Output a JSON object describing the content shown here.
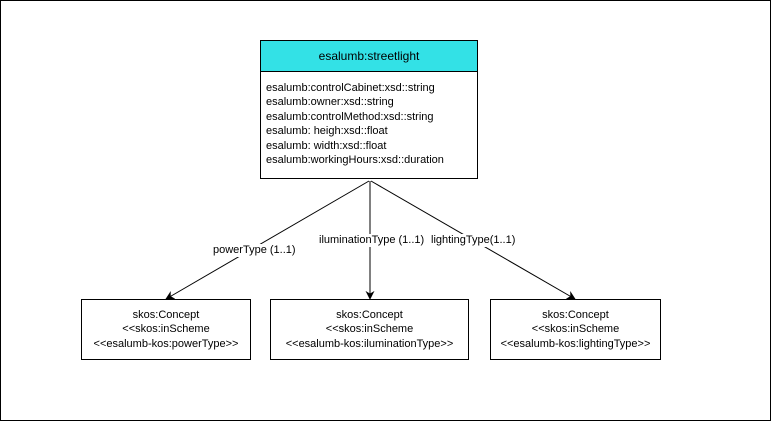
{
  "class": {
    "title": "esalumb:streetlight",
    "header_color": "#33e1e6",
    "attributes": [
      "esalumb:controlCabinet:xsd::string",
      "esalumb:owner:xsd::string",
      "esalumb:controlMethod:xsd::string",
      "esalumb: heigh:xsd::float",
      "esalumb: width:xsd::float",
      "esalumb:workingHours:xsd::duration"
    ]
  },
  "relations": [
    {
      "label": "powerType (1..1)"
    },
    {
      "label": "iluminationType (1..1)"
    },
    {
      "label": "lightingType(1..1)"
    }
  ],
  "concepts": [
    {
      "line1": "skos:Concept",
      "line2": "<<skos:inScheme",
      "line3": "<<esalumb-kos:powerType>>"
    },
    {
      "line1": "skos:Concept",
      "line2": "<<skos:inScheme",
      "line3": "<<esalumb-kos:iluminationType>>"
    },
    {
      "line1": "skos:Concept",
      "line2": "<<skos:inScheme",
      "line3": "<<esalumb-kos:lightingType>>"
    }
  ]
}
